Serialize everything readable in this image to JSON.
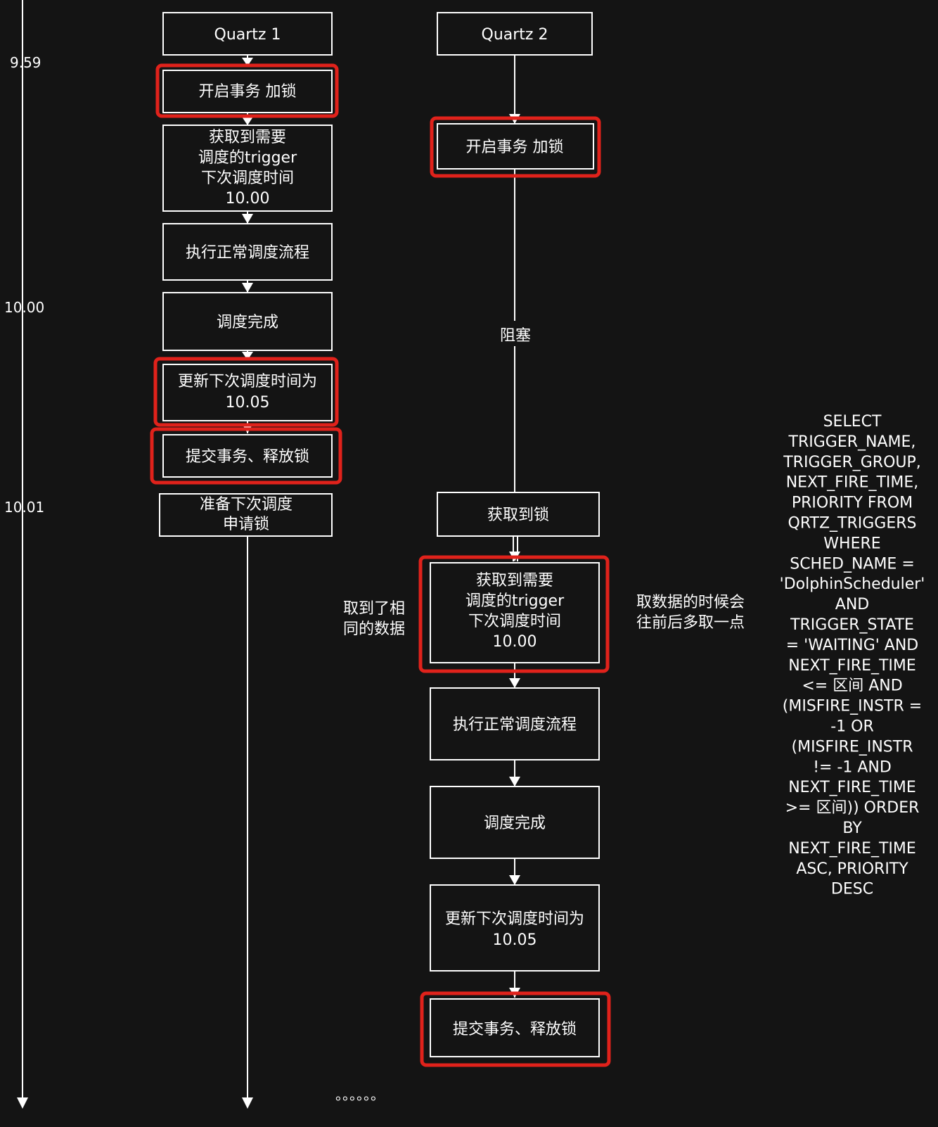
{
  "timeline": {
    "ticks": [
      "9.59",
      "10.00",
      "10.01"
    ]
  },
  "quartz1": {
    "title": "Quartz 1",
    "steps": [
      {
        "lines": [
          "开启事务 加锁"
        ],
        "highlight": true
      },
      {
        "lines": [
          "获取到需要",
          "调度的trigger",
          "下次调度时间",
          "10.00"
        ],
        "highlight": false
      },
      {
        "lines": [
          "执行正常调度流程"
        ],
        "highlight": false
      },
      {
        "lines": [
          "调度完成"
        ],
        "highlight": false
      },
      {
        "lines": [
          "更新下次调度时间为",
          "10.05"
        ],
        "highlight": true
      },
      {
        "lines": [
          "提交事务、释放锁"
        ],
        "highlight": true
      },
      {
        "lines": [
          "准备下次调度",
          "申请锁"
        ],
        "highlight": false
      }
    ]
  },
  "quartz2": {
    "title": "Quartz 2",
    "blocked_label": "阻塞",
    "steps": [
      {
        "lines": [
          "开启事务 加锁"
        ],
        "highlight": true
      },
      {
        "lines": [
          "获取到锁"
        ],
        "highlight": false
      },
      {
        "lines": [
          "获取到需要",
          "调度的trigger",
          "下次调度时间",
          "10.00"
        ],
        "highlight": true
      },
      {
        "lines": [
          "执行正常调度流程"
        ],
        "highlight": false
      },
      {
        "lines": [
          "调度完成"
        ],
        "highlight": false
      },
      {
        "lines": [
          "更新下次调度时间为",
          "10.05"
        ],
        "highlight": false
      },
      {
        "lines": [
          "提交事务、释放锁"
        ],
        "highlight": true
      }
    ]
  },
  "notes": {
    "same_data": [
      "取到了相",
      "同的数据"
    ],
    "fetch_window": [
      "取数据的时候会",
      "往前后多取一点"
    ]
  },
  "sql_lines": [
    "SELECT",
    "TRIGGER_NAME,",
    "TRIGGER_GROUP,",
    "NEXT_FIRE_TIME,",
    "PRIORITY FROM",
    "QRTZ_TRIGGERS",
    "WHERE",
    "SCHED_NAME =",
    "'DolphinScheduler'",
    "AND",
    "TRIGGER_STATE",
    "= 'WAITING' AND",
    "NEXT_FIRE_TIME",
    "<= 区间 AND",
    "(MISFIRE_INSTR =",
    "-1 OR",
    "(MISFIRE_INSTR",
    "!= -1 AND",
    "NEXT_FIRE_TIME",
    ">= 区间)) ORDER",
    "BY",
    "NEXT_FIRE_TIME",
    "ASC, PRIORITY",
    "DESC"
  ],
  "ellipsis": "。。。。。。"
}
